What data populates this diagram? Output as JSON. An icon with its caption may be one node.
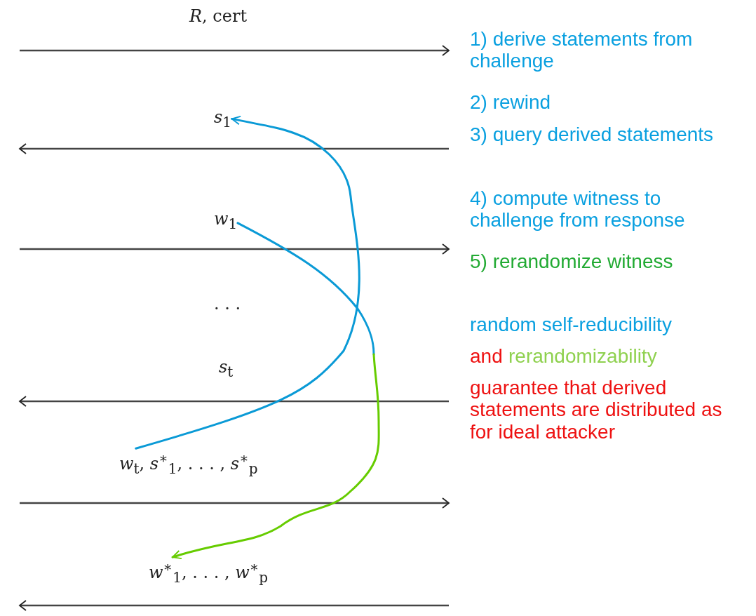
{
  "diagram": {
    "nodes": [
      {
        "text": [
          "*s*$_{1}$"
        ]
      },
      {
        "text": [
          "*w*$_{1}$"
        ]
      },
      {
        "text": [
          "*w*$_{t}$,  *s*$^{∗}$$_{1}$, . . . , *s*$^{∗}$$_{p}$"
        ]
      },
      {
        "text": [
          "*w*$^{∗}$$_{1}$, . . . , *w*$^{∗}$$_{p}$"
        ]
      }
    ],
    "edges": [
      {
        "from": 2,
        "to": 0,
        "arrow": "to",
        "color": "#0a9ad6"
      },
      {
        "from": 1,
        "to": null,
        "arrow": "none",
        "color": "#0a9ad6"
      },
      {
        "from": null,
        "to": 3,
        "arrow": "to",
        "color": "#66cc00"
      }
    ],
    "labels": [
      "*R*, cert",
      ". . .",
      "*s*$_{t}$",
      "1) derive statements from challenge",
      "2) rewind",
      "3) query derived statements",
      "4) compute witness to challenge from response",
      "5) rerandomize witness",
      "random self-reducibility",
      "and",
      "rerandomizability",
      "guarantee that derived statements are distributed as for ideal attacker"
    ]
  }
}
